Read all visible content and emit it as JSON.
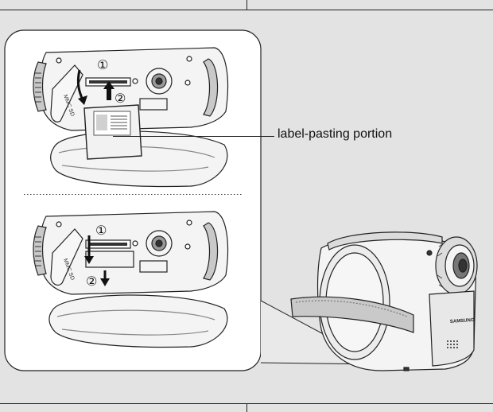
{
  "figure": {
    "callout_label": "label-pasting portion",
    "step_markers": [
      "①",
      "②"
    ],
    "camera_brand": "SAMSUNG",
    "strap_marking": "MMC SD",
    "colors": {
      "background": "#e3e3e3",
      "panel": "#ffffff",
      "line": "#222222",
      "body_fill": "#f4f4f4",
      "shade": "#c9c9c9",
      "dark": "#333333"
    }
  }
}
